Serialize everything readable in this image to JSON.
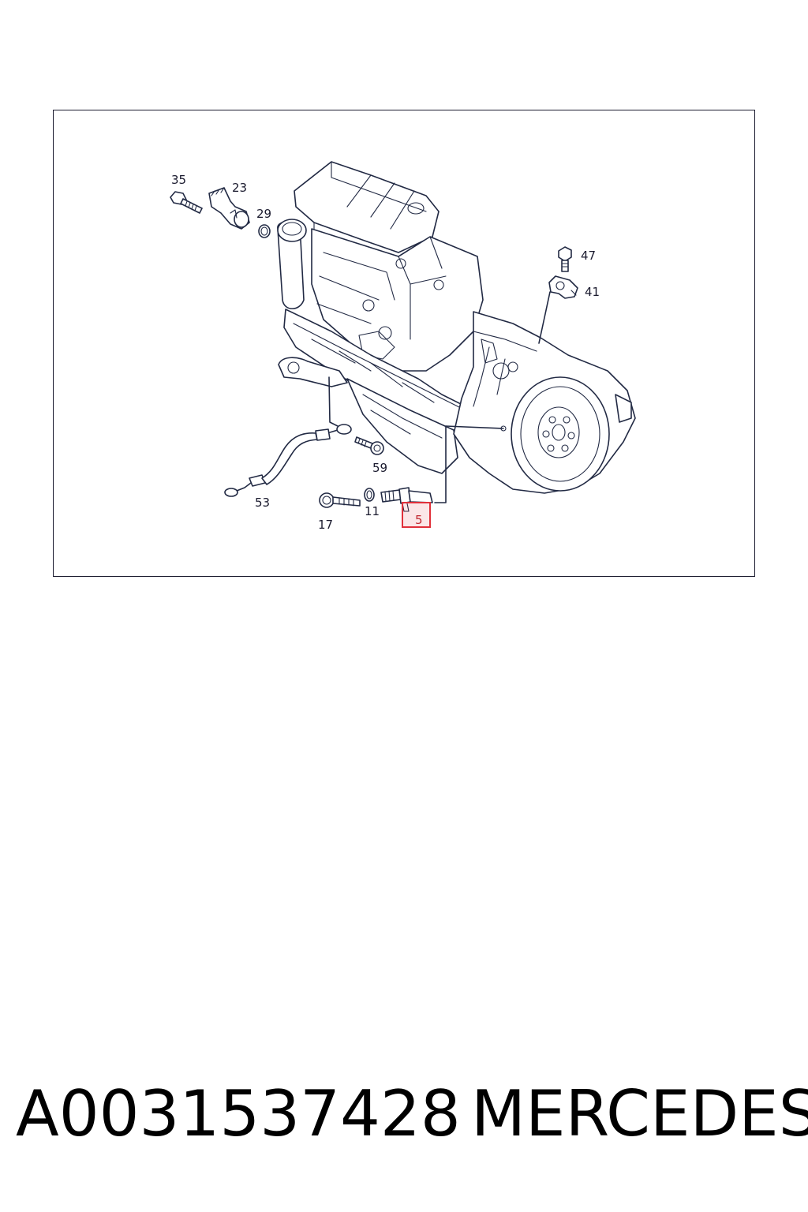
{
  "diagram": {
    "callouts": [
      {
        "id": "35",
        "label": "35"
      },
      {
        "id": "23",
        "label": "23"
      },
      {
        "id": "29",
        "label": "29"
      },
      {
        "id": "47",
        "label": "47"
      },
      {
        "id": "41",
        "label": "41"
      },
      {
        "id": "59",
        "label": "59"
      },
      {
        "id": "53",
        "label": "53"
      },
      {
        "id": "11",
        "label": "11"
      },
      {
        "id": "17",
        "label": "17"
      },
      {
        "id": "5",
        "label": "5"
      }
    ],
    "highlighted_callout": "5",
    "line_color": "#222a44",
    "highlight_color": "#e0303a"
  },
  "footer": {
    "part_number": "A0031537428",
    "brand": "MERCEDES"
  }
}
